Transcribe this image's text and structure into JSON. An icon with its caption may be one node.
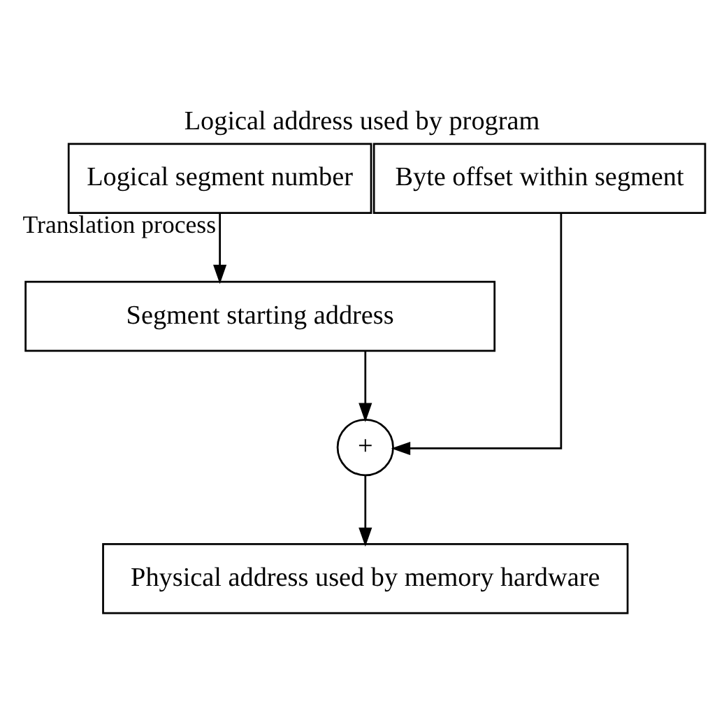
{
  "diagram": {
    "title": "Logical address used by program",
    "nodes": [
      {
        "text": [
          "Logical segment number"
        ]
      },
      {
        "text": [
          "Byte offset within segment"
        ]
      },
      {
        "text": [
          "Segment starting address"
        ]
      },
      {
        "text": [
          "+"
        ]
      },
      {
        "text": [
          "Physical address used by memory hardware"
        ]
      }
    ],
    "edges": [
      {
        "from": 0,
        "to": 2,
        "arrow": "to",
        "label": "Translation process"
      },
      {
        "from": 2,
        "to": 3,
        "arrow": "to"
      },
      {
        "from": 1,
        "to": 3,
        "arrow": "to"
      },
      {
        "from": 3,
        "to": 4,
        "arrow": "to"
      }
    ]
  }
}
